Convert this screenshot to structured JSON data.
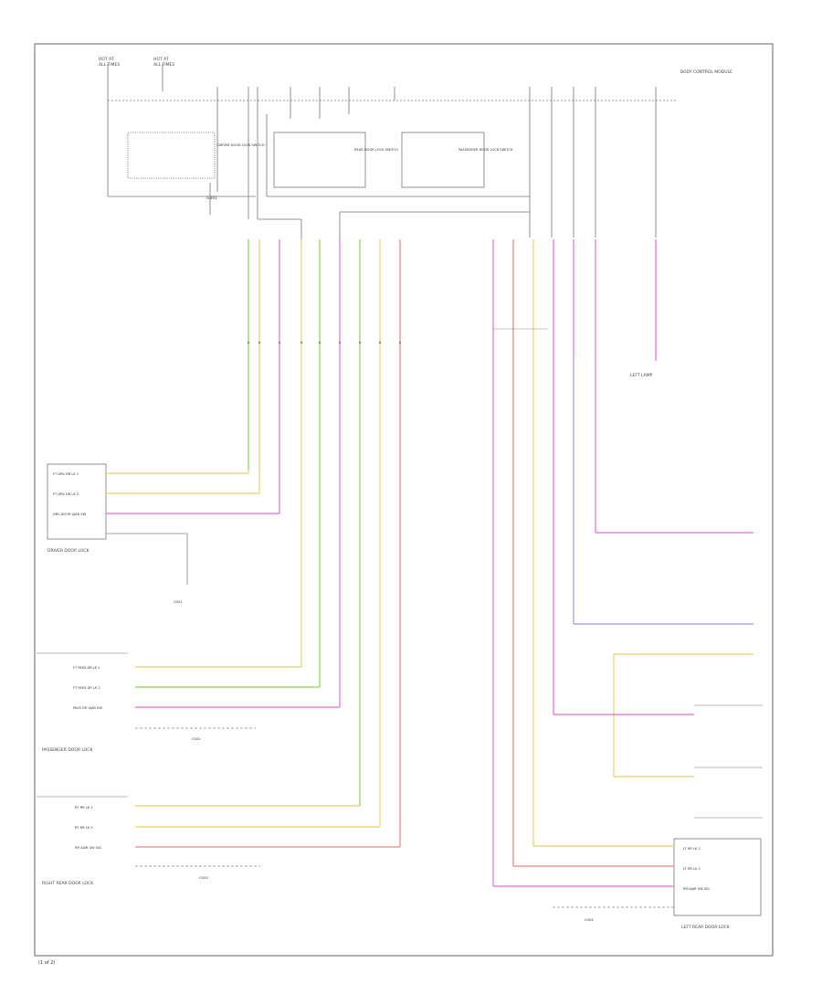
{
  "page_label": "(1 of 2)",
  "components": {
    "driver_lock": "DRIVER DOOR LOCK",
    "passenger_lock": "PASSENGER DOOR LOCK",
    "right_rear_lock": "RIGHT REAR DOOR LOCK",
    "left_rear_lock": "LEFT REAR DOOR LOCK",
    "driver_switch": "DRIVER DOOR LOCK SWITCH",
    "rear_switch": "REAR DOOR LOCK SWITCH",
    "passenger_switch": "PASSENGER DOOR LOCK SWITCH",
    "bcm": "BODY CONTROL MODULE",
    "hot_at_all_times_1": "HOT AT ALL TIMES",
    "hot_at_all_times_2": "HOT AT ALL TIMES",
    "g301": "G301",
    "left_lamp": "LEFT LAMP"
  },
  "lock_pins": {
    "driver": [
      "FT DRV DR LK 1",
      "FT DRV DR LK 2",
      "DRV DOOR AJAR SW"
    ],
    "passenger": [
      "FT PASS DR LK 1",
      "FT PASS DR LK 2",
      "PASS DR AJAR SW"
    ],
    "right_rear": [
      "RT RR LK 1",
      "RT RR LK 2",
      "RR AJAR SW SIG"
    ],
    "left_rear": [
      "LT RR LK 1",
      "LT RR LK 2",
      "RR AJAR SW SIG"
    ]
  },
  "ground_labels": {
    "driver": "G301",
    "passenger": "G302",
    "right_rear": "G303",
    "left_rear": "G304"
  }
}
